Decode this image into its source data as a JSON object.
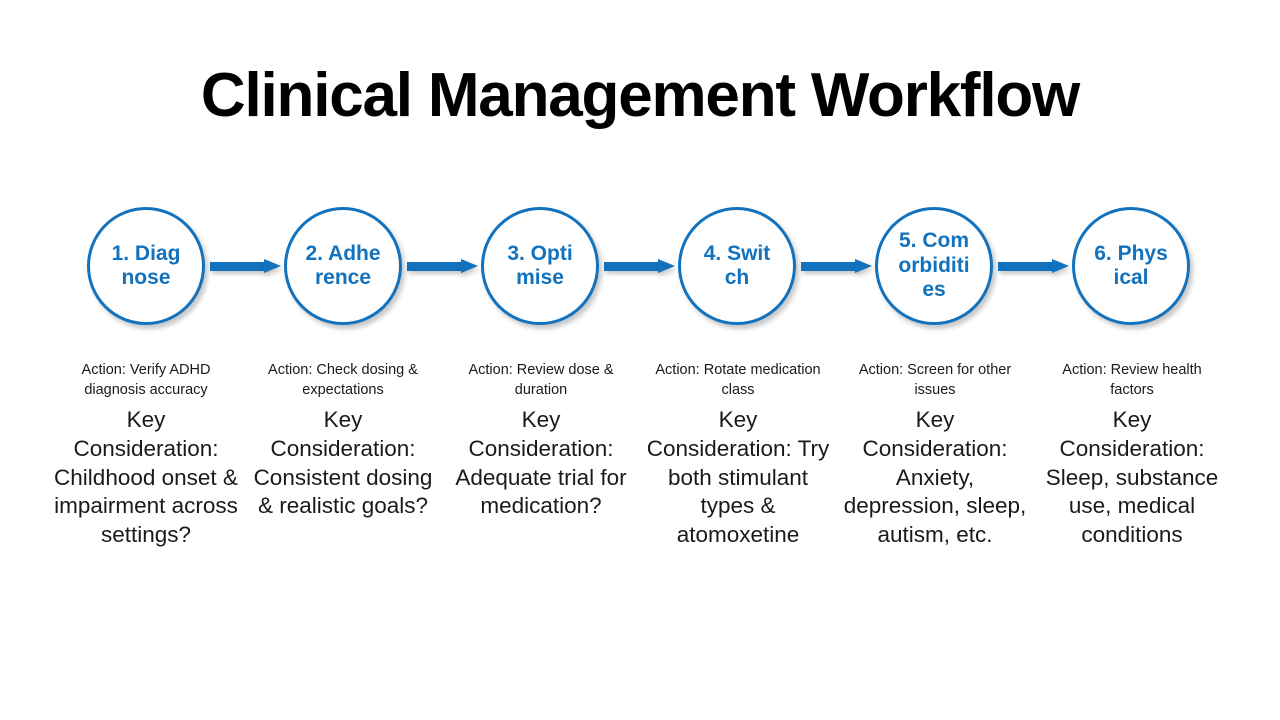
{
  "slide": {
    "title": "Clinical Management Workflow",
    "background_color": "#FFFFFF",
    "accent_color": "#1272BD",
    "text_color": "#1A1A1A"
  },
  "flow": {
    "connector_icon": "arrow-right-icon",
    "steps": [
      {
        "number": "1.",
        "node_label": "1. Diagnose",
        "action": "Action: Verify ADHD diagnosis accuracy",
        "consideration": "Key Consideration: Childhood onset & impairment across settings?"
      },
      {
        "number": "2.",
        "node_label": "2. Adherence",
        "action": "Action: Check dosing & expectations",
        "consideration": "Key Consideration: Consistent dosing & realistic goals?"
      },
      {
        "number": "3.",
        "node_label": "3. Optimise",
        "action": "Action: Review dose & duration",
        "consideration": "Key Consideration: Adequate trial for medication?"
      },
      {
        "number": "4.",
        "node_label": "4. Switch",
        "action": "Action: Rotate medication class",
        "consideration": "Key Consideration: Try both stimulant types & atomoxetine"
      },
      {
        "number": "5.",
        "node_label": "5. Comorbidities",
        "action": "Action: Screen for other issues",
        "consideration": "Key Consideration: Anxiety, depression, sleep, autism, etc."
      },
      {
        "number": "6.",
        "node_label": "6. Physical",
        "action": "Action: Review health factors",
        "consideration": "Key Consideration: Sleep, substance use, medical conditions"
      }
    ]
  }
}
